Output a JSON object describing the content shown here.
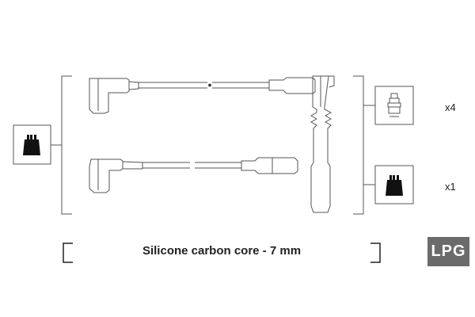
{
  "diagram": {
    "caption": "Silicone carbon core - 7 mm",
    "quantities": {
      "top": "x4",
      "bottom": "x1"
    },
    "badge": "LPG",
    "icons": {
      "left_box": "spark-plug-boot-icon",
      "top_right_box": "ignition-coil-connector-icon",
      "bottom_right_box": "spark-plug-boot-icon"
    },
    "colors": {
      "line": "#555555",
      "badge_bg": "#6b6b6b",
      "badge_text": "#ffffff"
    }
  }
}
